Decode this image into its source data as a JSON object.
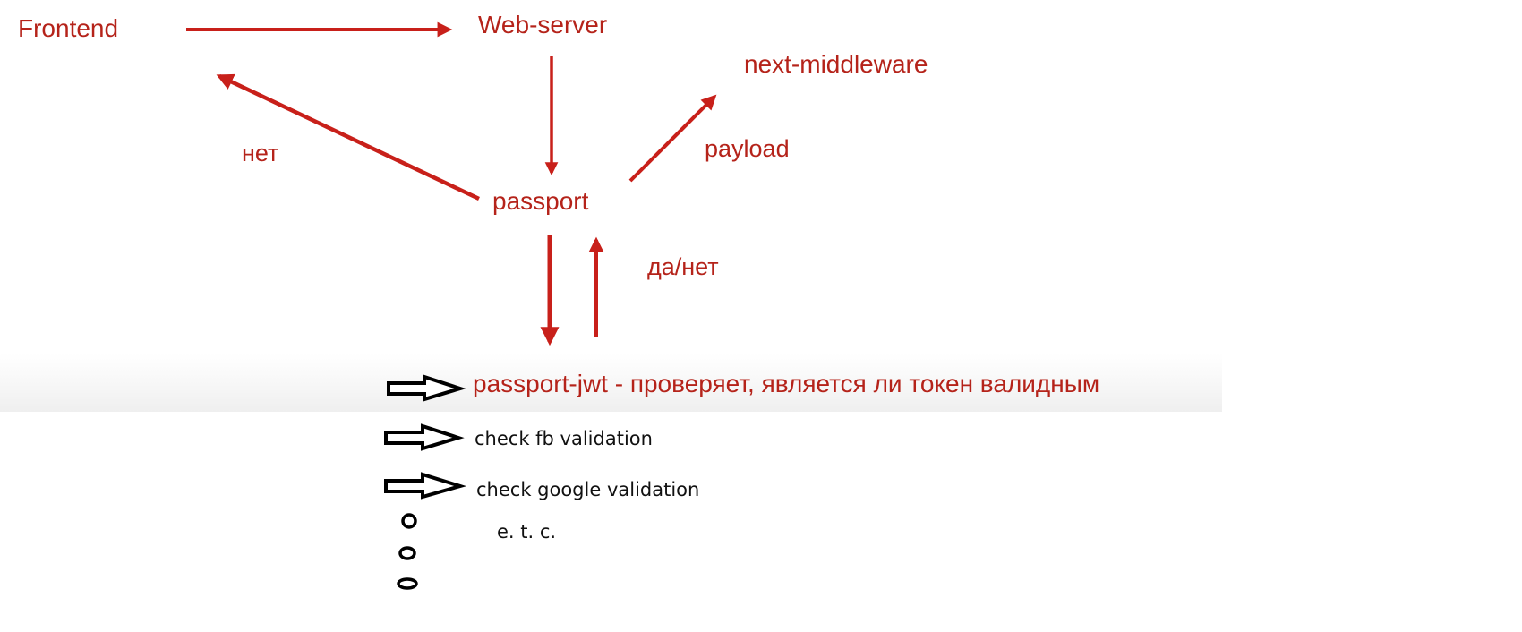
{
  "colors": {
    "accent_red": "#b5231a",
    "arrow_red": "#c8201a",
    "outline_black": "#000000",
    "band_gray": "#f2f2f2"
  },
  "nodes": {
    "frontend": "Frontend",
    "web_server": "Web-server",
    "next_middleware": "next-middleware",
    "passport": "passport"
  },
  "edge_labels": {
    "no": "нет",
    "payload": "payload",
    "yes_no": "да/нет"
  },
  "edges": [
    {
      "from": "Frontend",
      "to": "Web-server",
      "label": ""
    },
    {
      "from": "Web-server",
      "to": "passport",
      "label": ""
    },
    {
      "from": "passport",
      "to": "Frontend",
      "label": "нет"
    },
    {
      "from": "passport",
      "to": "next-middleware",
      "label": "payload"
    },
    {
      "from": "passport",
      "to": "passport-jwt",
      "label": ""
    },
    {
      "from": "passport-jwt",
      "to": "passport",
      "label": "да/нет"
    }
  ],
  "strategies": {
    "jwt": "passport-jwt - проверяет, является ли токен валидным",
    "fb": "check fb validation",
    "google": "check google validation",
    "etc": "e. t. c."
  },
  "icons": {
    "outline_arrow": "outline-right-arrow",
    "dot": "ellipsis-circle"
  }
}
